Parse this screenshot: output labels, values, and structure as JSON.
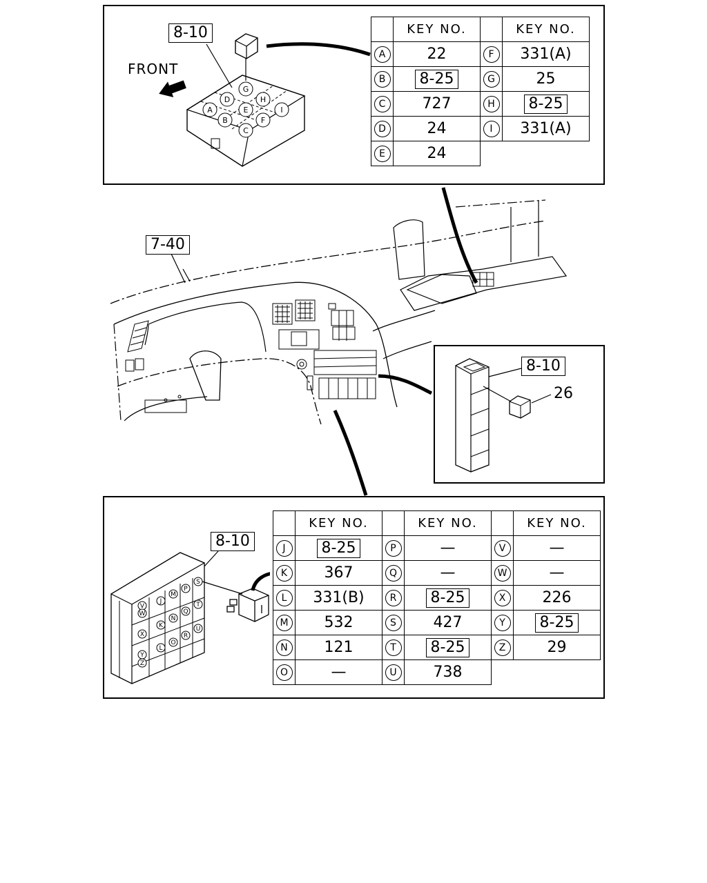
{
  "top_panel": {
    "ref_label": "8-10",
    "front_label": "FRONT",
    "connector_letters": [
      "A",
      "B",
      "C",
      "D",
      "E",
      "F",
      "G",
      "H",
      "I"
    ],
    "table_header": "KEY NO.",
    "left_rows": [
      {
        "letter": "A",
        "value": "22",
        "boxed": false
      },
      {
        "letter": "B",
        "value": "8-25",
        "boxed": true
      },
      {
        "letter": "C",
        "value": "727",
        "boxed": false
      },
      {
        "letter": "D",
        "value": "24",
        "boxed": false
      },
      {
        "letter": "E",
        "value": "24",
        "boxed": false
      }
    ],
    "right_rows": [
      {
        "letter": "F",
        "value": "331(A)",
        "boxed": false
      },
      {
        "letter": "G",
        "value": "25",
        "boxed": false
      },
      {
        "letter": "H",
        "value": "8-25",
        "boxed": true
      },
      {
        "letter": "I",
        "value": "331(A)",
        "boxed": false
      }
    ]
  },
  "middle": {
    "dash_ref": "7-40",
    "side_ref": "8-10",
    "side_part": "26"
  },
  "bottom_panel": {
    "ref_label": "8-10",
    "table_header": "KEY NO.",
    "col1": [
      {
        "letter": "J",
        "value": "8-25",
        "boxed": true
      },
      {
        "letter": "K",
        "value": "367",
        "boxed": false
      },
      {
        "letter": "L",
        "value": "331(B)",
        "boxed": false
      },
      {
        "letter": "M",
        "value": "532",
        "boxed": false
      },
      {
        "letter": "N",
        "value": "121",
        "boxed": false
      },
      {
        "letter": "O",
        "value": "—",
        "boxed": false
      }
    ],
    "col2": [
      {
        "letter": "P",
        "value": "—",
        "boxed": false
      },
      {
        "letter": "Q",
        "value": "—",
        "boxed": false
      },
      {
        "letter": "R",
        "value": "8-25",
        "boxed": true
      },
      {
        "letter": "S",
        "value": "427",
        "boxed": false
      },
      {
        "letter": "T",
        "value": "8-25",
        "boxed": true
      },
      {
        "letter": "U",
        "value": "738",
        "boxed": false
      }
    ],
    "col3": [
      {
        "letter": "V",
        "value": "—",
        "boxed": false
      },
      {
        "letter": "W",
        "value": "—",
        "boxed": false
      },
      {
        "letter": "X",
        "value": "226",
        "boxed": false
      },
      {
        "letter": "Y",
        "value": "8-25",
        "boxed": true
      },
      {
        "letter": "Z",
        "value": "29",
        "boxed": false
      }
    ]
  }
}
